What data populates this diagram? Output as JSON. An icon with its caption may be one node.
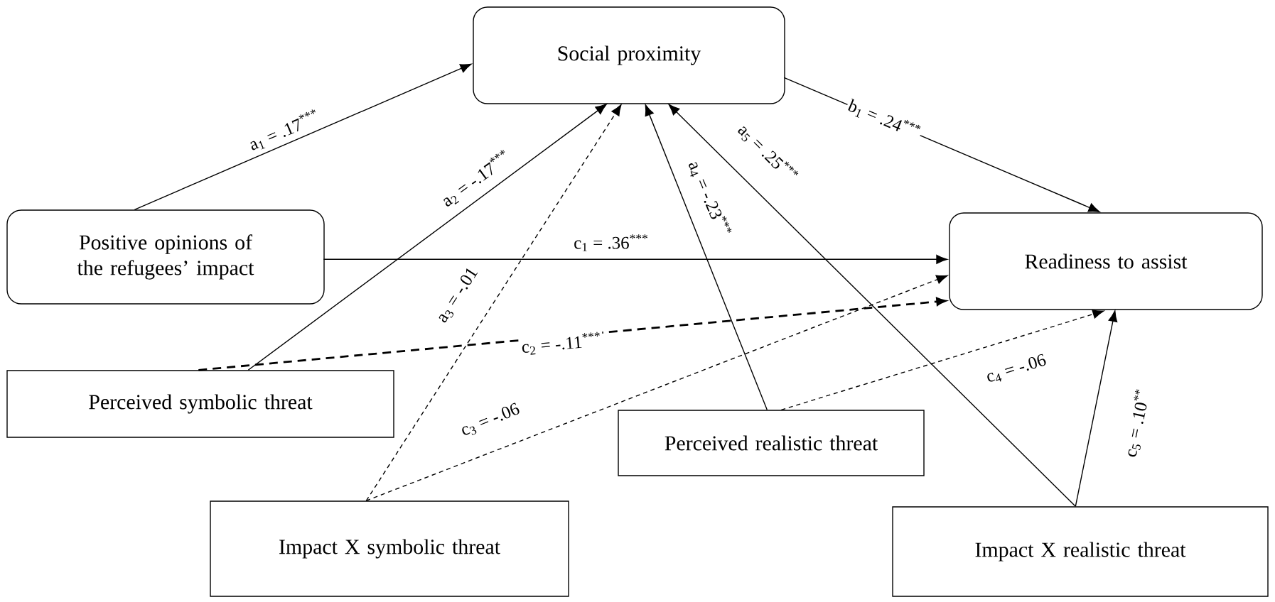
{
  "diagram": {
    "nodes": [
      {
        "text": [
          "Social proximity"
        ]
      },
      {
        "text": [
          "Positive opinions of the refugees’ impact"
        ]
      },
      {
        "text": [
          "Readiness to assist"
        ]
      },
      {
        "text": [
          "Perceived symbolic threat"
        ]
      },
      {
        "text": [
          "Perceived realistic threat"
        ]
      },
      {
        "text": [
          "Impact X symbolic threat"
        ]
      },
      {
        "text": [
          "Impact X realistic threat"
        ]
      }
    ],
    "edges": [
      {
        "from": 1,
        "to": 0,
        "arrow": "to",
        "label": "a$_{1}$ = .17$^{***}$"
      },
      {
        "from": 0,
        "to": 2,
        "arrow": "to",
        "label": "b$_{1}$ = .24$^{***}$"
      },
      {
        "from": 1,
        "to": 2,
        "arrow": "to",
        "label": "c$_{1}$ = .36$^{***}$"
      },
      {
        "from": 3,
        "to": 0,
        "arrow": "to",
        "label": "a$_{2}$ = -.17$^{***}$"
      },
      {
        "from": 3,
        "to": 2,
        "arrow": "to",
        "label": "c$_{2}$ = -.11$^{***}$",
        "style": "dashed"
      },
      {
        "from": 5,
        "to": 0,
        "arrow": "to",
        "label": "a$_{3}$ = -.01",
        "style": "dashed"
      },
      {
        "from": 5,
        "to": 2,
        "arrow": "to",
        "label": "c$_{3}$ = -.06",
        "style": "dashed"
      },
      {
        "from": 4,
        "to": 0,
        "arrow": "to",
        "label": "a$_{4}$ = -.23$^{***}$"
      },
      {
        "from": 4,
        "to": 2,
        "arrow": "to",
        "label": "c$_{4}$ = -.06",
        "style": "dashed"
      },
      {
        "from": 6,
        "to": 0,
        "arrow": "to",
        "label": "a$_{5}$ = .25$^{***}$"
      },
      {
        "from": 6,
        "to": 2,
        "arrow": "to",
        "label": "c$_{5}$ = .10$^{**}$"
      }
    ]
  }
}
